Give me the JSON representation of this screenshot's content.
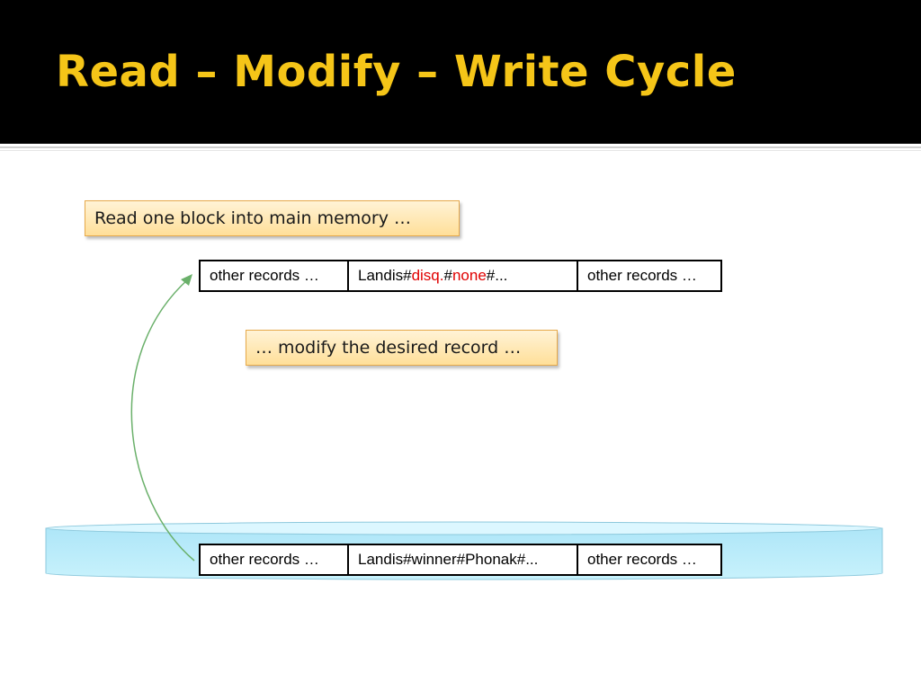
{
  "slide": {
    "title": "Read – Modify – Write Cycle"
  },
  "callouts": {
    "read": "Read one block into main memory …",
    "modify": "… modify the desired record …"
  },
  "memory_block": {
    "left_cell": "other records …",
    "middle_parts": [
      "Landis#",
      "disq.",
      "#",
      "none",
      "#..."
    ],
    "right_cell": "other records …"
  },
  "disk_block": {
    "left_cell": "other records …",
    "middle_cell": "Landis#winner#Phonak#...",
    "right_cell": "other records …"
  },
  "colors": {
    "title": "#f5c518",
    "highlight": "#e00000",
    "arrow": "#6ab06a",
    "disk": "#bfeefa"
  }
}
